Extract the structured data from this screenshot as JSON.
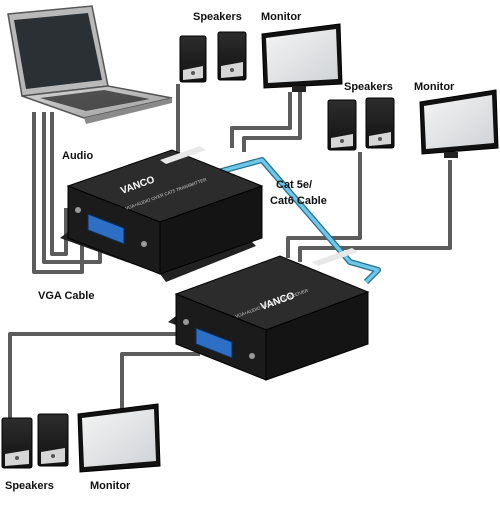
{
  "labels": {
    "speakers": "Speakers",
    "monitor": "Monitor",
    "audio": "Audio",
    "vga_cable": "VGA Cable",
    "cat_cable_line1": "Cat 5e/",
    "cat_cable_line2": "Cat6 Cable"
  },
  "devices": {
    "brand": "VANCO",
    "transmitter_caption": "VGA+AUDIO OVER CAT5 TRANSMITTER",
    "receiver_caption": "VGA+AUDIO OVER CAT5 RECEIVER"
  },
  "colors": {
    "cable": "#5c5c5c",
    "cat_cable": "#6cc7e8",
    "device_body": "#1b1b1b",
    "device_top": "#2c2c2c",
    "vga_port": "#2c6fc4"
  }
}
